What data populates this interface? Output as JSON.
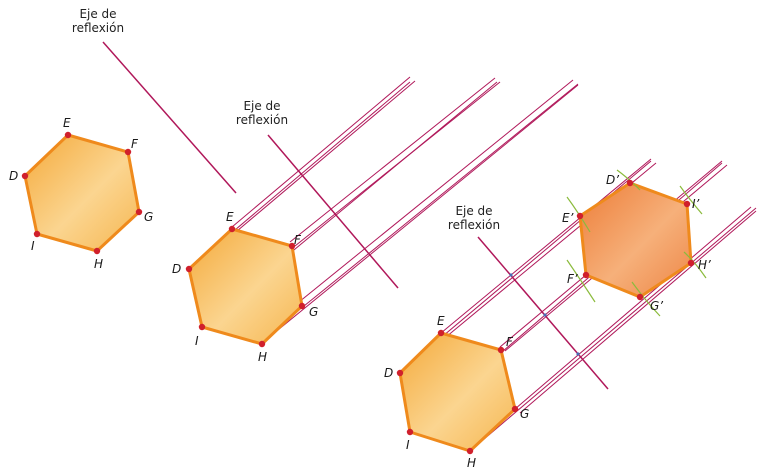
{
  "axis_caption_line1": "Eje de",
  "axis_caption_line2": "reflexión",
  "vertices": {
    "E": "E",
    "F": "F",
    "G": "G",
    "H": "H",
    "I": "I",
    "D": "D",
    "Dp": "D’",
    "Ep": "E’",
    "Fp": "F’",
    "Gp": "G’",
    "Hp": "H’",
    "Ip": "I’"
  },
  "colors": {
    "hexagon_fill": "#f7b84a",
    "hexagon_stroke": "#ef8a1c",
    "image_fill": "#ee8c4a",
    "line": "#b0185a",
    "point": "#d0202c",
    "arc": "#8bbb3c"
  }
}
